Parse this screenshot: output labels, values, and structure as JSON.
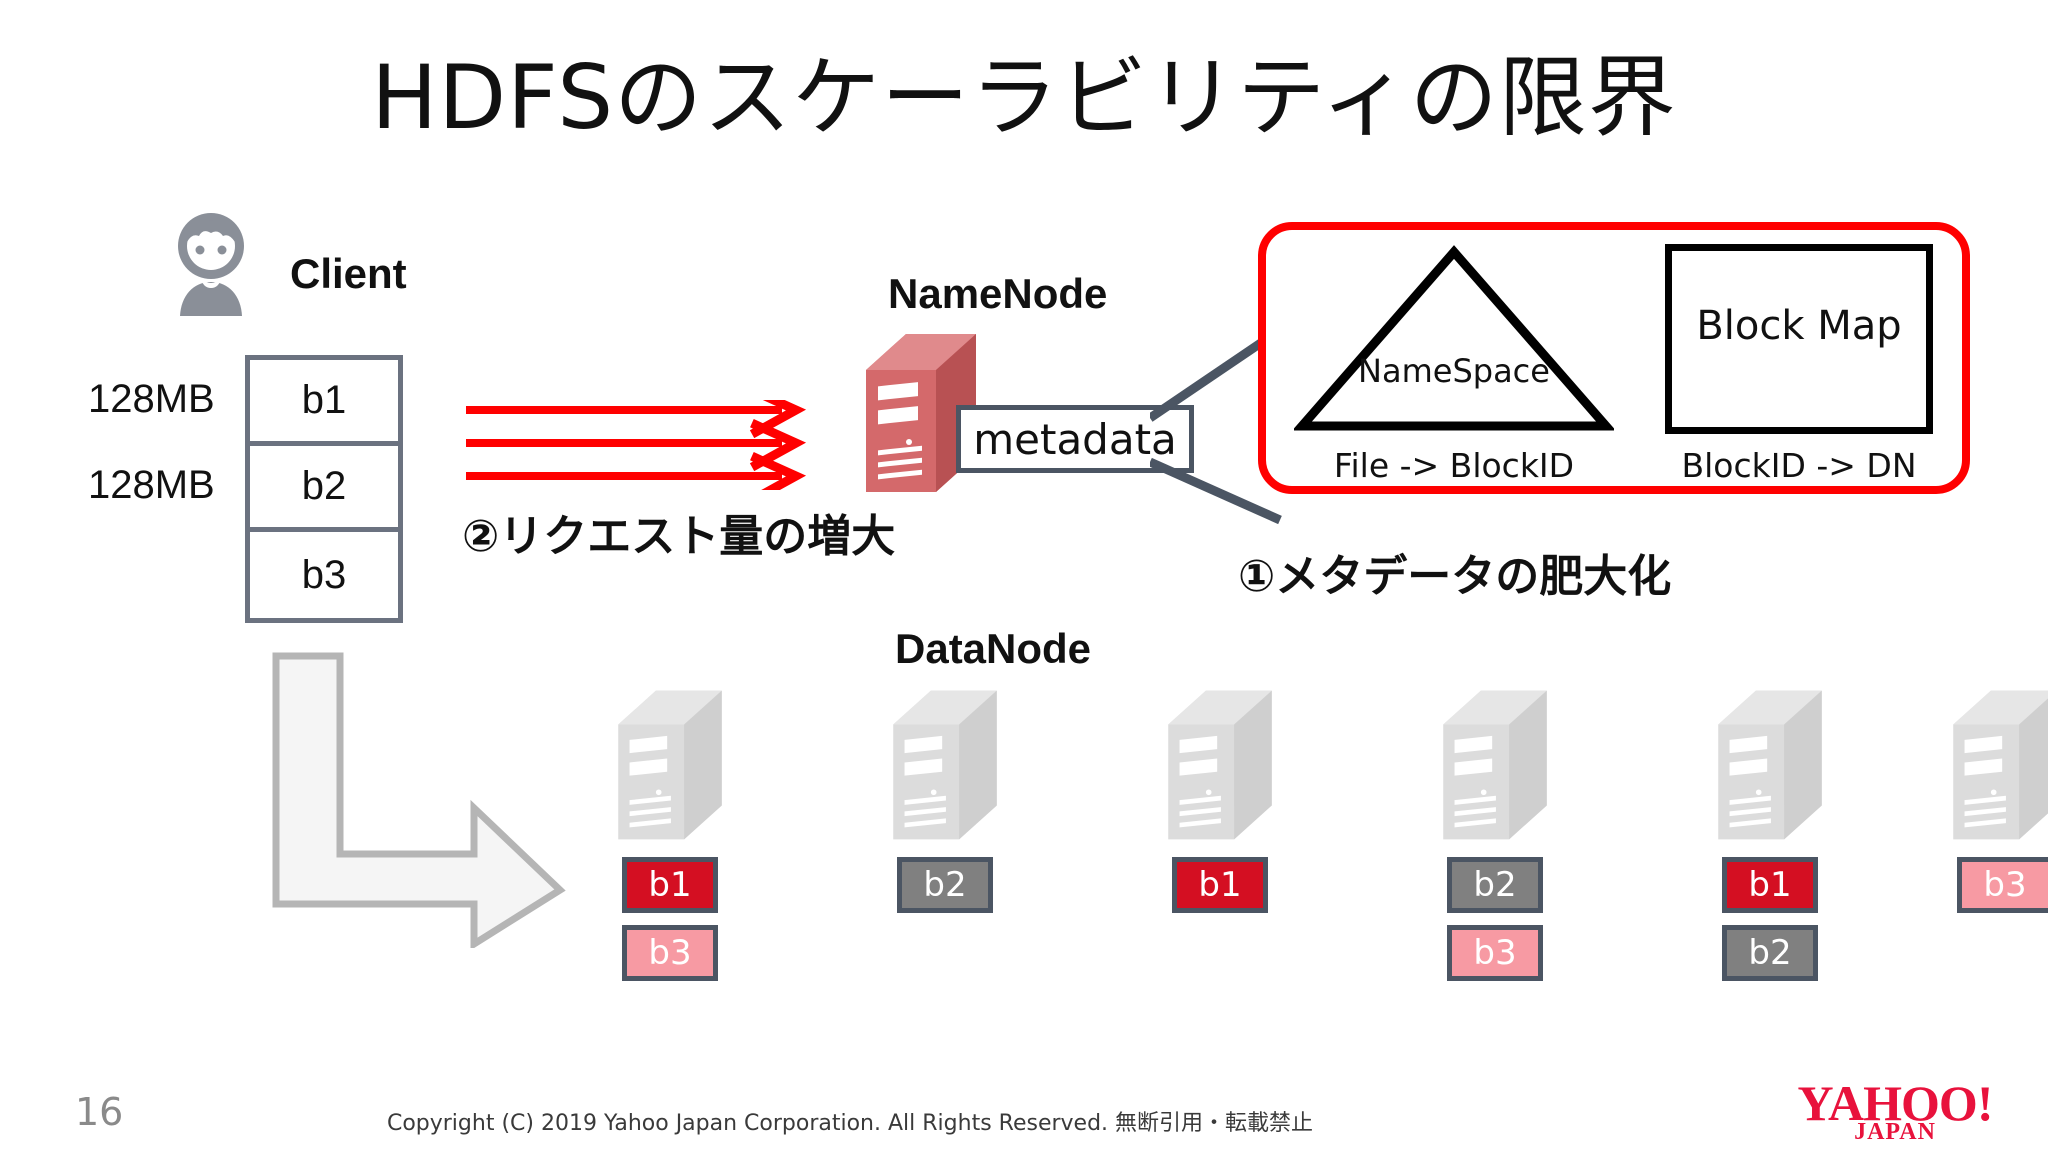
{
  "slide": {
    "title": "HDFSのスケーラビリティの限界",
    "page_number": "16",
    "copyright": "Copyright (C) 2019 Yahoo Japan Corporation. All Rights Reserved. 無断引用・転載禁止",
    "logo": {
      "main": "YAHOO!",
      "sub": "JAPAN",
      "color": "#e8123c"
    }
  },
  "client": {
    "label": "Client",
    "icon": "user-avatar-icon",
    "blocks": [
      {
        "name": "b1",
        "size": "128MB"
      },
      {
        "name": "b2",
        "size": "128MB"
      },
      {
        "name": "b3",
        "size": ""
      }
    ]
  },
  "request_flow": {
    "arrow_count": 3,
    "arrow_color": "#ff0000",
    "note": "②リクエスト量の増大"
  },
  "namenode": {
    "label": "NameNode",
    "icon": "server-tower-icon",
    "icon_color": "#cd5c5c",
    "metadata_box": "metadata"
  },
  "metadata_callout": {
    "border_color": "#ff0000",
    "note": "①メタデータの肥大化",
    "namespace": {
      "shape": "triangle",
      "label": "NameSpace",
      "caption": "File -> BlockID"
    },
    "block_map": {
      "shape": "square",
      "label": "Block Map",
      "caption": "BlockID -> DN"
    }
  },
  "replication_arrow": {
    "icon": "elbow-arrow-right-icon",
    "color": "#b5b5b5"
  },
  "datanode": {
    "label": "DataNode",
    "icon": "server-tower-icon",
    "icon_color": "#d9d9d9",
    "chip_colors": {
      "b1": "#d40f22",
      "b2": "#808080",
      "b3": "#f79aa3"
    },
    "nodes": [
      {
        "blocks": [
          "b1",
          "b3"
        ]
      },
      {
        "blocks": [
          "b2"
        ]
      },
      {
        "blocks": [
          "b1"
        ]
      },
      {
        "blocks": [
          "b2",
          "b3"
        ]
      },
      {
        "blocks": [
          "b1",
          "b2"
        ]
      },
      {
        "blocks": [
          "b3"
        ]
      }
    ]
  }
}
